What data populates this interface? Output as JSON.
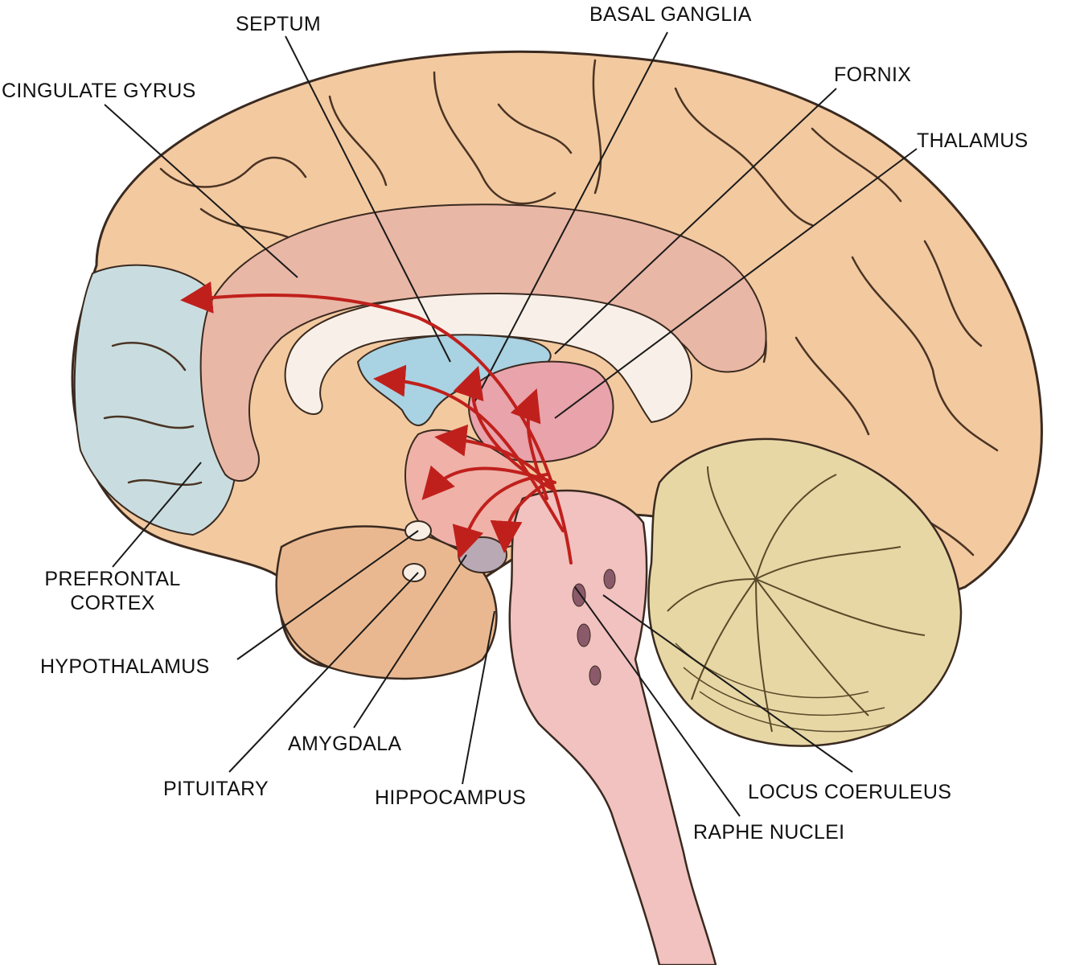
{
  "labels": {
    "septum": "SEPTUM",
    "basal_ganglia": "BASAL GANGLIA",
    "cingulate_gyrus": "CINGULATE GYRUS",
    "fornix": "FORNIX",
    "thalamus": "THALAMUS",
    "prefrontal_cortex_line1": "PREFRONTAL",
    "prefrontal_cortex_line2": "CORTEX",
    "hypothalamus": "HYPOTHALAMUS",
    "amygdala": "AMYGDALA",
    "pituitary": "PITUITARY",
    "hippocampus": "HIPPOCAMPUS",
    "locus_coeruleus": "LOCUS COERULEUS",
    "raphe_nuclei": "RAPHE NUCLEI"
  },
  "colors": {
    "cortex": "#f3c9a0",
    "cortex_shadow": "#d9a47c",
    "frontal_blue": "#c9dde0",
    "cingulate": "#e9b7a6",
    "corpus_callosum": "#f8f0e8",
    "ventricle_blue": "#a9d2e2",
    "thalamus": "#e8a3ab",
    "brainstem": "#f2c2c0",
    "cerebellum": "#e7d7a5",
    "pathway_red": "#c0201c",
    "leader_line": "#1a1a1a"
  }
}
